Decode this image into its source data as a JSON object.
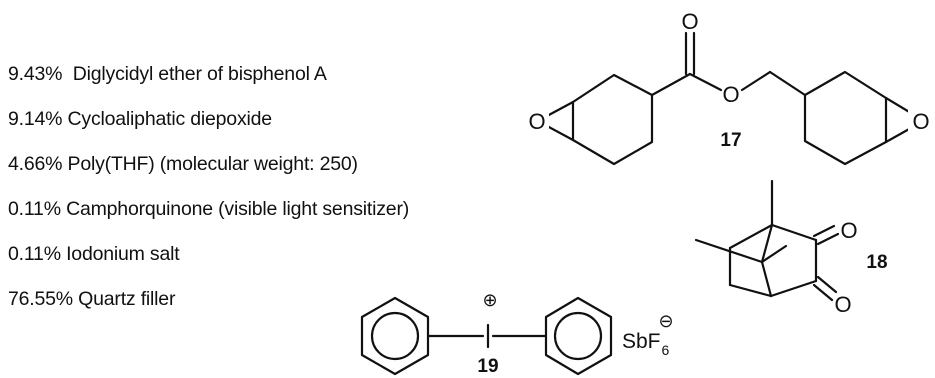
{
  "composition": [
    {
      "percent": "9.43%",
      "component": "Diglycidyl ether of bisphenol A"
    },
    {
      "percent": "9.14%",
      "component": "Cycloaliphatic diepoxide"
    },
    {
      "percent": "4.66%",
      "component": "Poly(THF) (molecular weight: 250)"
    },
    {
      "percent": "0.11%",
      "component": "Camphorquinone (visible light sensitizer)"
    },
    {
      "percent": "0.11%",
      "component": "Iodonium salt"
    },
    {
      "percent": "76.55%",
      "component": "Quartz filler"
    }
  ],
  "compound_17": {
    "number": "17",
    "atoms": {
      "carbonyl_o": "O",
      "ester_o": "O",
      "epoxide_left_o": "O",
      "epoxide_right_o": "O"
    }
  },
  "compound_18": {
    "number": "18",
    "atoms": {
      "ketone_o_top": "O",
      "ketone_o_bottom": "O"
    }
  },
  "compound_19": {
    "number": "19",
    "atoms": {
      "iodine": "I",
      "cation_charge": "⊕",
      "anion_main": "SbF",
      "anion_sub": "6",
      "anion_charge": "⊖"
    }
  }
}
